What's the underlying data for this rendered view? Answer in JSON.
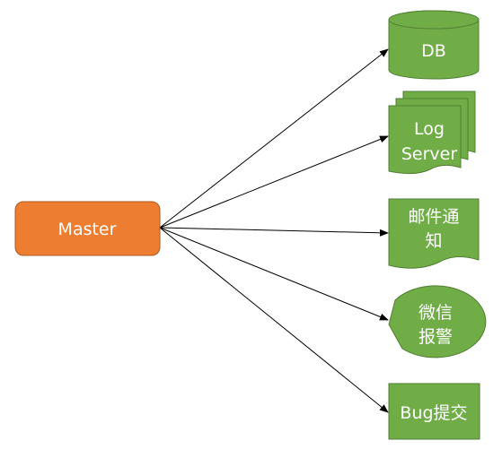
{
  "source": {
    "label": "Master",
    "color": "#ed7d31"
  },
  "targets": [
    {
      "id": "db",
      "label_lines": [
        "DB"
      ],
      "shape": "cylinder"
    },
    {
      "id": "log",
      "label_lines": [
        "Log",
        "Server"
      ],
      "shape": "multi-document"
    },
    {
      "id": "mail",
      "label_lines": [
        "邮件通",
        "知"
      ],
      "shape": "document"
    },
    {
      "id": "wechat",
      "label_lines": [
        "微信",
        "报警"
      ],
      "shape": "callout-oval"
    },
    {
      "id": "bug",
      "label_lines": [
        "Bug提交"
      ],
      "shape": "rectangle"
    }
  ],
  "colors": {
    "target_fill": "#70ad47",
    "target_stroke": "#507e32",
    "edge": "#000000"
  }
}
